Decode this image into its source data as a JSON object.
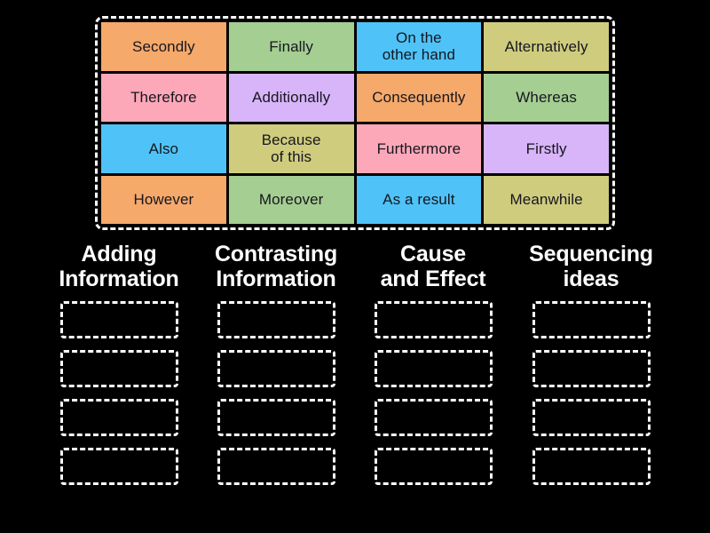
{
  "page": {
    "background_color": "#000000",
    "activity_type": "group-sort-drag-and-drop"
  },
  "palette": {
    "orange": "#F5A96A",
    "green": "#A5CE92",
    "blue": "#4FC3F7",
    "khaki": "#CFCC7E",
    "pink": "#FCA8B8",
    "purple": "#D8B4F8",
    "tile_text": "#16161f",
    "outline": "#ffffff"
  },
  "tile_bank": {
    "name": "word-tile-bank",
    "columns": 4,
    "rows": 4,
    "tiles": [
      {
        "label": "Secondly",
        "color": "#F5A96A"
      },
      {
        "label": "Finally",
        "color": "#A5CE92"
      },
      {
        "label": "On the\nother hand",
        "color": "#4FC3F7"
      },
      {
        "label": "Alternatively",
        "color": "#CFCC7E"
      },
      {
        "label": "Therefore",
        "color": "#FCA8B8"
      },
      {
        "label": "Additionally",
        "color": "#D8B4F8"
      },
      {
        "label": "Consequently",
        "color": "#F5A96A"
      },
      {
        "label": "Whereas",
        "color": "#A5CE92"
      },
      {
        "label": "Also",
        "color": "#4FC3F7"
      },
      {
        "label": "Because\nof this",
        "color": "#CFCC7E"
      },
      {
        "label": "Furthermore",
        "color": "#FCA8B8"
      },
      {
        "label": "Firstly",
        "color": "#D8B4F8"
      },
      {
        "label": "However",
        "color": "#F5A96A"
      },
      {
        "label": "Moreover",
        "color": "#A5CE92"
      },
      {
        "label": "As a result",
        "color": "#4FC3F7"
      },
      {
        "label": "Meanwhile",
        "color": "#CFCC7E"
      }
    ]
  },
  "categories": [
    {
      "title": "Adding\nInformation",
      "slot_count": 4,
      "slots": [
        "",
        "",
        "",
        ""
      ]
    },
    {
      "title": "Contrasting\nInformation",
      "slot_count": 4,
      "slots": [
        "",
        "",
        "",
        ""
      ]
    },
    {
      "title": "Cause\nand Effect",
      "slot_count": 4,
      "slots": [
        "",
        "",
        "",
        ""
      ]
    },
    {
      "title": "Sequencing\nideas",
      "slot_count": 4,
      "slots": [
        "",
        "",
        "",
        ""
      ]
    }
  ]
}
